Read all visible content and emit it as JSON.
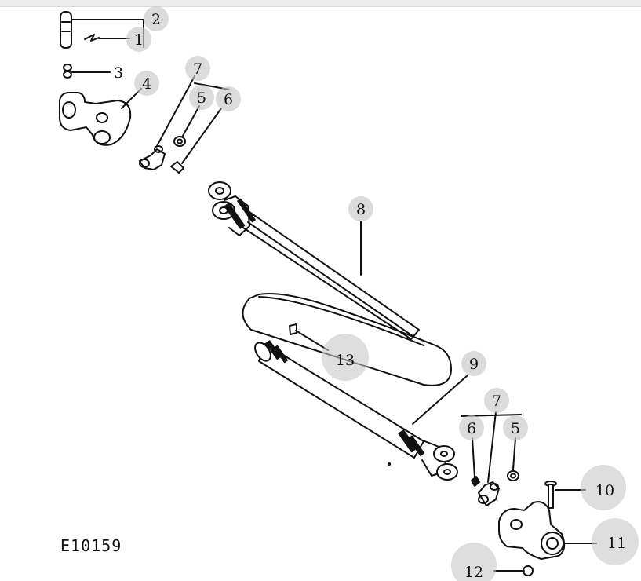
{
  "figure_id": "E10159",
  "callouts": [
    {
      "id": "c2a",
      "label": "2"
    },
    {
      "id": "c1",
      "label": "1"
    },
    {
      "id": "c3",
      "label": "3"
    },
    {
      "id": "c4",
      "label": "4"
    },
    {
      "id": "c7a",
      "label": "7"
    },
    {
      "id": "c5a",
      "label": "5"
    },
    {
      "id": "c6a",
      "label": "6"
    },
    {
      "id": "c8",
      "label": "8"
    },
    {
      "id": "c13",
      "label": "13"
    },
    {
      "id": "c9",
      "label": "9"
    },
    {
      "id": "c7b",
      "label": "7"
    },
    {
      "id": "c6b",
      "label": "6"
    },
    {
      "id": "c5b",
      "label": "5"
    },
    {
      "id": "c10",
      "label": "10"
    },
    {
      "id": "c11",
      "label": "11"
    },
    {
      "id": "c12",
      "label": "12"
    }
  ]
}
